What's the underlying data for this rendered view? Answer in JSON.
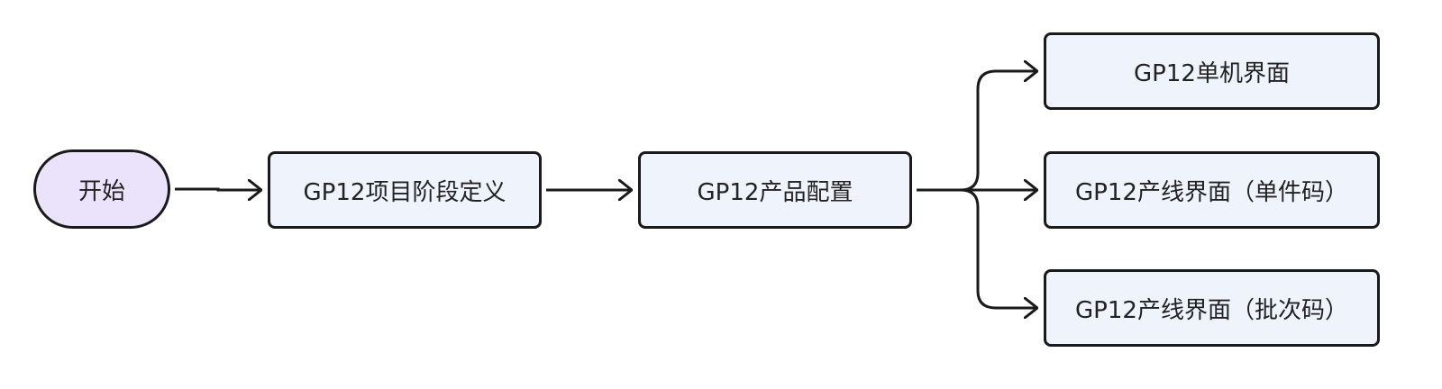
{
  "diagram": {
    "nodes": [
      {
        "id": "start",
        "label": "开始",
        "shape": "terminal"
      },
      {
        "id": "stage",
        "label": "GP12项目阶段定义",
        "shape": "process"
      },
      {
        "id": "config",
        "label": "GP12产品配置",
        "shape": "process"
      },
      {
        "id": "single",
        "label": "GP12单机界面",
        "shape": "process"
      },
      {
        "id": "line1",
        "label": "GP12产线界面（单件码）",
        "shape": "process"
      },
      {
        "id": "line2",
        "label": "GP12产线界面（批次码）",
        "shape": "process"
      }
    ],
    "edges": [
      {
        "from": "start",
        "to": "stage"
      },
      {
        "from": "stage",
        "to": "config"
      },
      {
        "from": "config",
        "to": "single"
      },
      {
        "from": "config",
        "to": "line1"
      },
      {
        "from": "config",
        "to": "line2"
      }
    ],
    "colors": {
      "stroke": "#1a1a1a",
      "process_fill": "#eef3fc",
      "terminal_fill": "#ebe3fb",
      "text": "#222222"
    }
  }
}
